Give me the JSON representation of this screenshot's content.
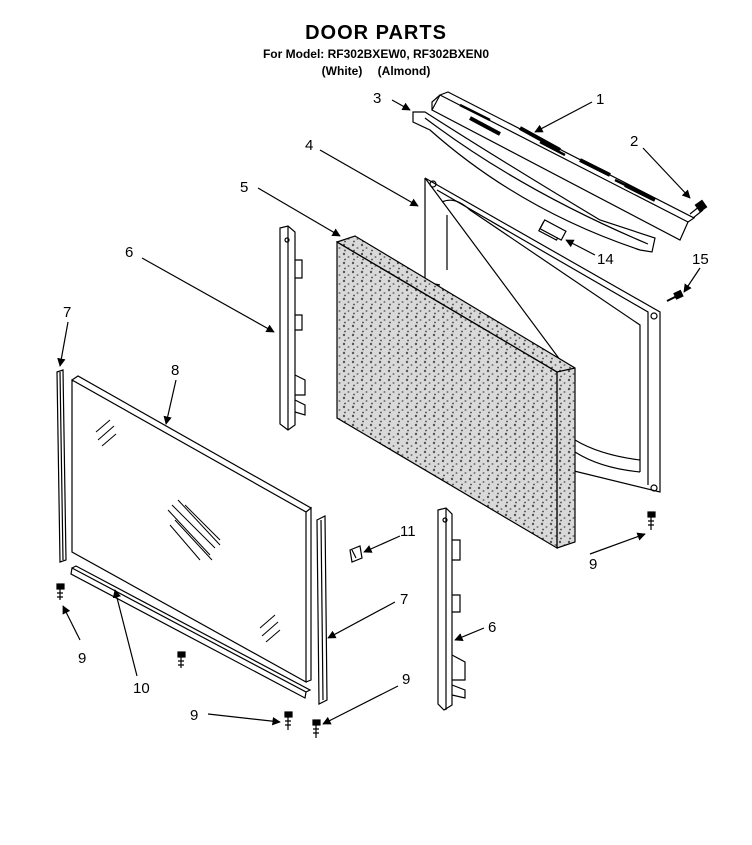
{
  "header": {
    "title": "DOOR PARTS",
    "models": "For Model: RF302BXEW0, RF302BXEN0",
    "finish_1": "(White)",
    "finish_2": "(Almond)"
  },
  "callouts": [
    "1",
    "2",
    "3",
    "4",
    "5",
    "6",
    "7",
    "8",
    "9",
    "10",
    "11",
    "14",
    "15"
  ],
  "parts": [
    "door-top-trim",
    "trim-screw",
    "vent-baffle",
    "door-liner",
    "door-insulation",
    "door-side-channel",
    "glass-edge-trim",
    "outer-door-glass",
    "door-screw",
    "glass-bottom-trim",
    "glass-clip",
    "door-latch-plate",
    "liner-screw"
  ],
  "colors": {
    "line": "#000000",
    "background": "#ffffff",
    "insulation_fill": "#bdbdbd"
  }
}
